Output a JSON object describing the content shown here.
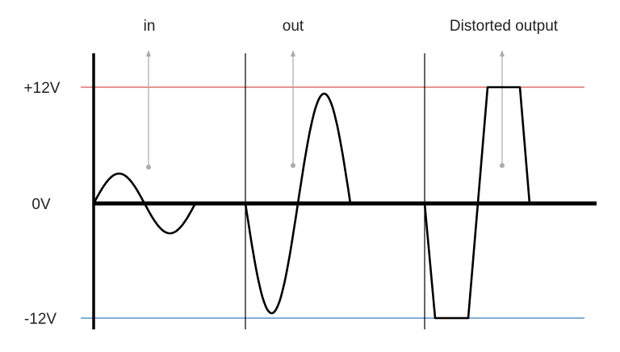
{
  "labels": {
    "in": "in",
    "out": "out",
    "distorted": "Distorted output",
    "plus12": "+12V",
    "zero": "0V",
    "minus12": "-12V"
  },
  "colors": {
    "positive_rail": "#d9534f",
    "negative_rail": "#3a7fc4",
    "axis": "#000000",
    "arrow": "#aaaaaa",
    "wave": "#000000"
  }
}
